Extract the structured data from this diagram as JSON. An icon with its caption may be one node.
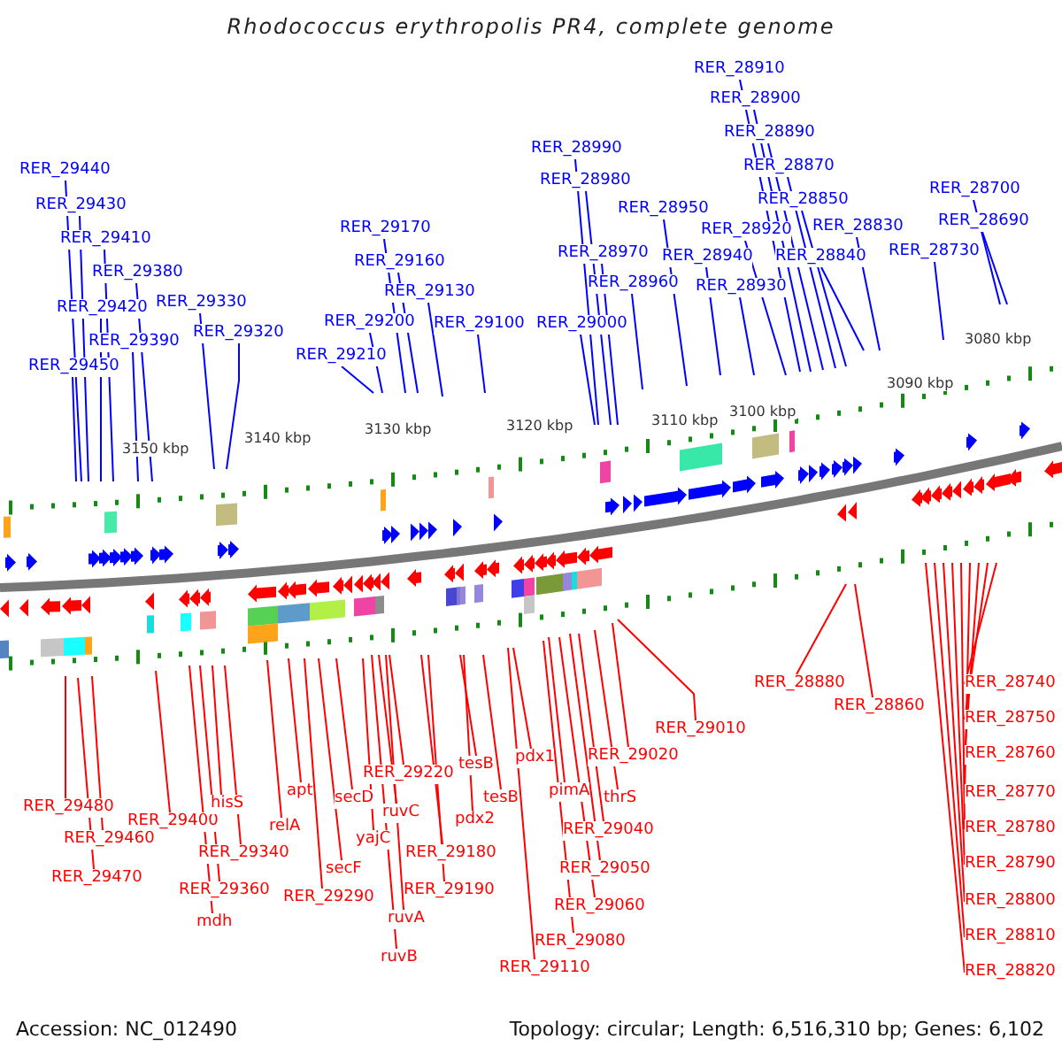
{
  "diagram": {
    "title": "Rhodococcus erythropolis PR4, complete genome",
    "nodes": [
      {
        "text": [
          "RER_29440"
        ]
      },
      {
        "text": [
          "RER_29430"
        ]
      },
      {
        "text": [
          "RER_29410"
        ]
      },
      {
        "text": [
          "RER_29380"
        ]
      },
      {
        "text": [
          "RER_29420"
        ]
      },
      {
        "text": [
          "RER_29390"
        ]
      },
      {
        "text": [
          "RER_29450"
        ]
      },
      {
        "text": [
          "RER_29330"
        ]
      },
      {
        "text": [
          "RER_29320"
        ]
      },
      {
        "text": [
          "RER_29170"
        ]
      },
      {
        "text": [
          "RER_29160"
        ]
      },
      {
        "text": [
          "RER_29130"
        ]
      },
      {
        "text": [
          "RER_29200"
        ]
      },
      {
        "text": [
          "RER_29100"
        ]
      },
      {
        "text": [
          "RER_29210"
        ]
      },
      {
        "text": [
          "RER_28910"
        ]
      },
      {
        "text": [
          "RER_28900"
        ]
      },
      {
        "text": [
          "RER_28890"
        ]
      },
      {
        "text": [
          "RER_28870"
        ]
      },
      {
        "text": [
          "RER_28850"
        ]
      },
      {
        "text": [
          "RER_28990"
        ]
      },
      {
        "text": [
          "RER_28980"
        ]
      },
      {
        "text": [
          "RER_28950"
        ]
      },
      {
        "text": [
          "RER_28920"
        ]
      },
      {
        "text": [
          "RER_28830"
        ]
      },
      {
        "text": [
          "RER_28730"
        ]
      },
      {
        "text": [
          "RER_28700"
        ]
      },
      {
        "text": [
          "RER_28690"
        ]
      },
      {
        "text": [
          "RER_28970"
        ]
      },
      {
        "text": [
          "RER_28940"
        ]
      },
      {
        "text": [
          "RER_28840"
        ]
      },
      {
        "text": [
          "RER_28960"
        ]
      },
      {
        "text": [
          "RER_28930"
        ]
      },
      {
        "text": [
          "RER_29000"
        ]
      },
      {
        "text": [
          "RER_29480"
        ]
      },
      {
        "text": [
          "RER_29400"
        ]
      },
      {
        "text": [
          "RER_29460"
        ]
      },
      {
        "text": [
          "RER_29470"
        ]
      },
      {
        "text": [
          "hisS"
        ]
      },
      {
        "text": [
          "RER_29340"
        ]
      },
      {
        "text": [
          "RER_29360"
        ]
      },
      {
        "text": [
          "mdh"
        ]
      },
      {
        "text": [
          "apt"
        ]
      },
      {
        "text": [
          "relA"
        ]
      },
      {
        "text": [
          "secF"
        ]
      },
      {
        "text": [
          "RER_29290"
        ]
      },
      {
        "text": [
          "secD"
        ]
      },
      {
        "text": [
          "yajC"
        ]
      },
      {
        "text": [
          "RER_29220"
        ]
      },
      {
        "text": [
          "ruvC"
        ]
      },
      {
        "text": [
          "RER_29180"
        ]
      },
      {
        "text": [
          "RER_29190"
        ]
      },
      {
        "text": [
          "ruvA"
        ]
      },
      {
        "text": [
          "ruvB"
        ]
      },
      {
        "text": [
          "tesB"
        ]
      },
      {
        "text": [
          "pdx2"
        ]
      },
      {
        "text": [
          "tesB"
        ]
      },
      {
        "text": [
          "pdx1"
        ]
      },
      {
        "text": [
          "pimA"
        ]
      },
      {
        "text": [
          "thrS"
        ]
      },
      {
        "text": [
          "RER_29020"
        ]
      },
      {
        "text": [
          "RER_29010"
        ]
      },
      {
        "text": [
          "RER_29040"
        ]
      },
      {
        "text": [
          "RER_29050"
        ]
      },
      {
        "text": [
          "RER_29060"
        ]
      },
      {
        "text": [
          "RER_29080"
        ]
      },
      {
        "text": [
          "RER_29110"
        ]
      },
      {
        "text": [
          "RER_28880"
        ]
      },
      {
        "text": [
          "RER_28860"
        ]
      },
      {
        "text": [
          "RER_28740"
        ]
      },
      {
        "text": [
          "RER_28750"
        ]
      },
      {
        "text": [
          "RER_28760"
        ]
      },
      {
        "text": [
          "RER_28770"
        ]
      },
      {
        "text": [
          "RER_28780"
        ]
      },
      {
        "text": [
          "RER_28790"
        ]
      },
      {
        "text": [
          "RER_28800"
        ]
      },
      {
        "text": [
          "RER_28810"
        ]
      },
      {
        "text": [
          "RER_28820"
        ]
      }
    ],
    "edges": [
      {
        "from": 0,
        "to": null,
        "arrow": "none",
        "color": "#0000ff"
      },
      {
        "from": 1,
        "to": null,
        "arrow": "none",
        "color": "#0000ff"
      },
      {
        "from": 2,
        "to": null,
        "arrow": "none",
        "color": "#0000ff"
      },
      {
        "from": 3,
        "to": null,
        "arrow": "none",
        "color": "#0000ff"
      },
      {
        "from": 4,
        "to": null,
        "arrow": "none",
        "color": "#0000ff"
      },
      {
        "from": 5,
        "to": null,
        "arrow": "none",
        "color": "#0000ff"
      },
      {
        "from": 6,
        "to": null,
        "arrow": "none",
        "color": "#0000ff"
      },
      {
        "from": 7,
        "to": null,
        "arrow": "none",
        "color": "#0000ff"
      },
      {
        "from": 8,
        "to": null,
        "arrow": "none",
        "color": "#0000ff"
      },
      {
        "from": 9,
        "to": null,
        "arrow": "none",
        "color": "#0000ff"
      },
      {
        "from": 10,
        "to": null,
        "arrow": "none",
        "color": "#0000ff"
      },
      {
        "from": 11,
        "to": null,
        "arrow": "none",
        "color": "#0000ff"
      },
      {
        "from": 12,
        "to": null,
        "arrow": "none",
        "color": "#0000ff"
      },
      {
        "from": 13,
        "to": null,
        "arrow": "none",
        "color": "#0000ff"
      },
      {
        "from": 14,
        "to": null,
        "arrow": "none",
        "color": "#0000ff"
      },
      {
        "from": 15,
        "to": null,
        "arrow": "none",
        "color": "#0000ff"
      },
      {
        "from": 16,
        "to": null,
        "arrow": "none",
        "color": "#0000ff"
      },
      {
        "from": 17,
        "to": null,
        "arrow": "none",
        "color": "#0000ff"
      },
      {
        "from": 18,
        "to": null,
        "arrow": "none",
        "color": "#0000ff"
      },
      {
        "from": 19,
        "to": null,
        "arrow": "none",
        "color": "#0000ff"
      },
      {
        "from": 20,
        "to": null,
        "arrow": "none",
        "color": "#0000ff"
      },
      {
        "from": 21,
        "to": null,
        "arrow": "none",
        "color": "#0000ff"
      },
      {
        "from": 22,
        "to": null,
        "arrow": "none",
        "color": "#0000ff"
      },
      {
        "from": 23,
        "to": null,
        "arrow": "none",
        "color": "#0000ff"
      },
      {
        "from": 24,
        "to": null,
        "arrow": "none",
        "color": "#0000ff"
      },
      {
        "from": 25,
        "to": null,
        "arrow": "none",
        "color": "#0000ff"
      },
      {
        "from": 26,
        "to": null,
        "arrow": "none",
        "color": "#0000ff"
      },
      {
        "from": 27,
        "to": null,
        "arrow": "none",
        "color": "#0000ff"
      },
      {
        "from": 28,
        "to": null,
        "arrow": "none",
        "color": "#0000ff"
      },
      {
        "from": 29,
        "to": null,
        "arrow": "none",
        "color": "#0000ff"
      },
      {
        "from": 30,
        "to": null,
        "arrow": "none",
        "color": "#0000ff"
      },
      {
        "from": 31,
        "to": null,
        "arrow": "none",
        "color": "#0000ff"
      },
      {
        "from": 32,
        "to": null,
        "arrow": "none",
        "color": "#0000ff"
      },
      {
        "from": 33,
        "to": null,
        "arrow": "none",
        "color": "#0000ff"
      },
      {
        "from": 34,
        "to": null,
        "arrow": "none"
      },
      {
        "from": 35,
        "to": null,
        "arrow": "none"
      },
      {
        "from": 36,
        "to": null,
        "arrow": "none"
      },
      {
        "from": 37,
        "to": null,
        "arrow": "none"
      },
      {
        "from": 38,
        "to": null,
        "arrow": "none"
      },
      {
        "from": 39,
        "to": null,
        "arrow": "none"
      },
      {
        "from": 40,
        "to": null,
        "arrow": "none"
      },
      {
        "from": 41,
        "to": null,
        "arrow": "none"
      },
      {
        "from": 42,
        "to": null,
        "arrow": "none"
      },
      {
        "from": 43,
        "to": null,
        "arrow": "none"
      },
      {
        "from": 44,
        "to": null,
        "arrow": "none"
      },
      {
        "from": 45,
        "to": null,
        "arrow": "none"
      },
      {
        "from": 46,
        "to": null,
        "arrow": "none"
      },
      {
        "from": 47,
        "to": null,
        "arrow": "none"
      },
      {
        "from": 48,
        "to": null,
        "arrow": "none"
      },
      {
        "from": 49,
        "to": null,
        "arrow": "none"
      },
      {
        "from": 50,
        "to": null,
        "arrow": "none"
      },
      {
        "from": 51,
        "to": null,
        "arrow": "none"
      },
      {
        "from": 52,
        "to": null,
        "arrow": "none"
      },
      {
        "from": 53,
        "to": null,
        "arrow": "none"
      },
      {
        "from": 54,
        "to": null,
        "arrow": "none"
      },
      {
        "from": 55,
        "to": null,
        "arrow": "none"
      },
      {
        "from": 56,
        "to": null,
        "arrow": "none"
      },
      {
        "from": 57,
        "to": null,
        "arrow": "none"
      },
      {
        "from": 58,
        "to": null,
        "arrow": "none"
      },
      {
        "from": 59,
        "to": null,
        "arrow": "none"
      },
      {
        "from": 60,
        "to": null,
        "arrow": "none"
      },
      {
        "from": 61,
        "to": null,
        "arrow": "none"
      },
      {
        "from": 62,
        "to": null,
        "arrow": "none"
      },
      {
        "from": 63,
        "to": null,
        "arrow": "none"
      },
      {
        "from": 64,
        "to": null,
        "arrow": "none"
      },
      {
        "from": 65,
        "to": null,
        "arrow": "none"
      },
      {
        "from": 66,
        "to": null,
        "arrow": "none"
      },
      {
        "from": 67,
        "to": null,
        "arrow": "none"
      },
      {
        "from": 68,
        "to": null,
        "arrow": "none"
      },
      {
        "from": 69,
        "to": null,
        "arrow": "none"
      },
      {
        "from": 70,
        "to": null,
        "arrow": "none"
      },
      {
        "from": 71,
        "to": null,
        "arrow": "none"
      },
      {
        "from": 72,
        "to": null,
        "arrow": "none"
      },
      {
        "from": 73,
        "to": null,
        "arrow": "none"
      },
      {
        "from": 74,
        "to": null,
        "arrow": "none"
      },
      {
        "from": 75,
        "to": null,
        "arrow": "none"
      },
      {
        "from": 76,
        "to": null,
        "arrow": "none"
      },
      {
        "from": 77,
        "to": null,
        "arrow": "none"
      }
    ],
    "labels": [
      "3150 kbp",
      "3140 kbp",
      "3130 kbp",
      "3120 kbp",
      "3110 kbp",
      "3100 kbp",
      "3090 kbp",
      "3080 kbp",
      "Accession: NC_012490",
      "Topology: circular; Length: 6,516,310 bp; Genes: 6,102"
    ]
  }
}
